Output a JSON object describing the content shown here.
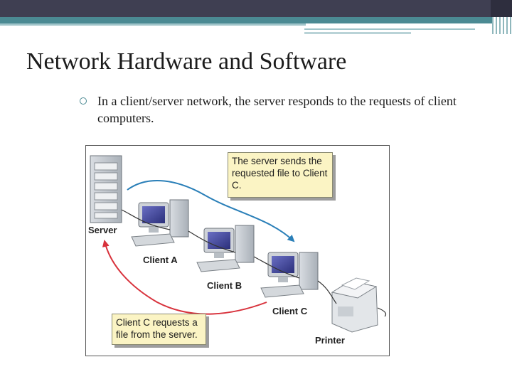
{
  "slide": {
    "title": "Network Hardware and Software",
    "bullet": "In a client/server network, the server responds to the requests of client computers."
  },
  "diagram": {
    "callouts": {
      "server_sends": "The server sends the requested file to Client C.",
      "client_requests": "Client C requests a file from the server."
    },
    "labels": {
      "server": "Server",
      "client_a": "Client A",
      "client_b": "Client B",
      "client_c": "Client C",
      "printer": "Printer"
    }
  },
  "colors": {
    "accent": "#4b8a93",
    "send_arrow": "#2a7fb8",
    "request_arrow": "#d8323c",
    "callout_fill": "#fbf4c4"
  }
}
